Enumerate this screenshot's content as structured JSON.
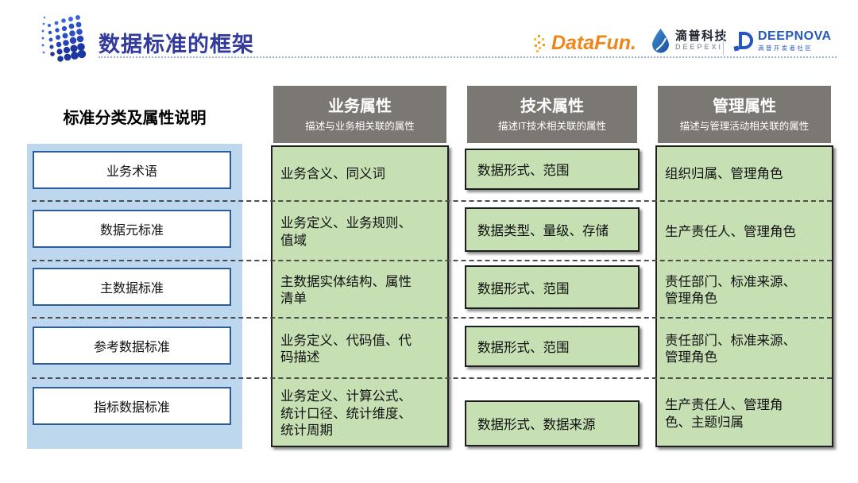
{
  "slide": {
    "title": "数据标准的框架"
  },
  "logos": {
    "datafun": {
      "label": "DataFun."
    },
    "deepexi": {
      "cn": "滴普科技",
      "en": "DEEPEXI"
    },
    "deepnova": {
      "name": "DEEPNOVA",
      "sub": "滴普开发者社区"
    }
  },
  "left_panel": {
    "heading": "标准分类及属性说明",
    "items": [
      "业务术语",
      "数据元标准",
      "主数据标准",
      "参考数据标准",
      "指标数据标准"
    ]
  },
  "columns": [
    {
      "title": "业务属性",
      "subtitle": "描述与业务相关联的属性",
      "cells": [
        "业务含义、同义词",
        "业务定义、业务规则、\n值域",
        "主数据实体结构、属性\n清单",
        "业务定义、代码值、代\n码描述",
        "业务定义、计算公式、\n统计口径、统计维度、\n统计周期"
      ]
    },
    {
      "title": "技术属性",
      "subtitle": "描述IT技术相关联的属性",
      "cells": [
        "数据形式、范围",
        "数据类型、量级、存储",
        "数据形式、范围",
        "数据形式、范围",
        "数据形式、数据来源"
      ]
    },
    {
      "title": "管理属性",
      "subtitle": "描述与管理活动相关联的属性",
      "cells": [
        "组织归属、管理角色",
        "生产责任人、管理角色",
        "责任部门、标准来源、\n管理角色",
        "责任部门、标准来源、\n管理角色",
        "生产责任人、管理角\n色、主题归属"
      ]
    }
  ],
  "colors": {
    "title_blue": "#323A9E",
    "header_gray": "#7B7772",
    "cell_green": "#C6E0B4",
    "panel_blue": "#BDD7EE",
    "term_box_border": "#2E5B9B",
    "datafun_orange": "#F08519",
    "brand_blue": "#2458BD"
  }
}
